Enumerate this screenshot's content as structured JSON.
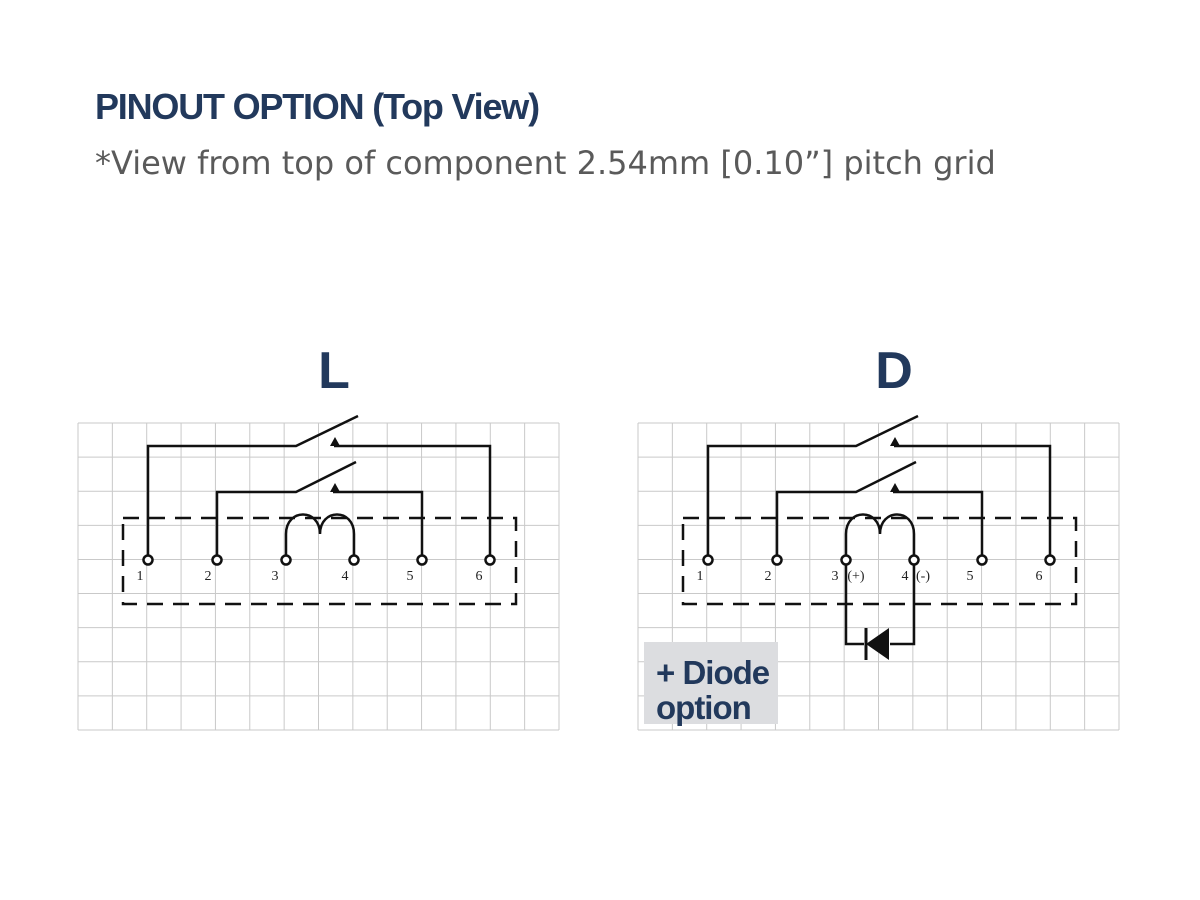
{
  "header": {
    "title": "PINOUT OPTION  (Top View)",
    "subtitle": "*View from top of component 2.54mm [0.10”] pitch grid"
  },
  "panels": [
    {
      "letter": "L",
      "pins": [
        "1",
        "2",
        "3",
        "4",
        "5",
        "6"
      ],
      "diode": false
    },
    {
      "letter": "D",
      "pins": [
        "1",
        "2",
        "3",
        "4",
        "5",
        "6"
      ],
      "polarity": [
        "(+)",
        "(-)"
      ],
      "diode": true,
      "badge": [
        "+ Diode",
        "option"
      ]
    }
  ],
  "colors": {
    "title": "#22395c",
    "subtitle": "#5a5a5a",
    "grid": "#c9c9c9",
    "wire": "#111111",
    "badge_bg": "#dcdde0"
  }
}
